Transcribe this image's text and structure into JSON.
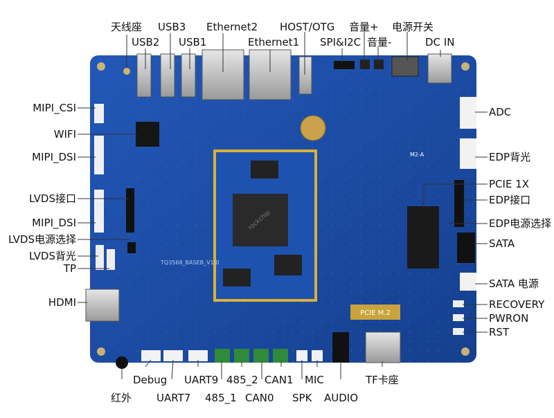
{
  "labels": {
    "top": {
      "antenna": "天线座",
      "usb2": "USB2",
      "usb3": "USB3",
      "usb1": "USB1",
      "ethernet2": "Ethernet2",
      "ethernet1": "Ethernet1",
      "host_otg": "HOST/OTG",
      "spi_i2c": "SPI&I2C",
      "vol_up": "音量+",
      "vol_down": "音量-",
      "power_switch": "电源开关",
      "dc_in": "DC IN"
    },
    "left": {
      "mipi_csi": "MIPI_CSI",
      "wifi": "WIFI",
      "mipi_dsi_1": "MIPI_DSI",
      "lvds": "LVDS接口",
      "mipi_dsi_2": "MIPI_DSI",
      "lvds_power_select": "LVDS电源选择",
      "lvds_backlight": "LVDS背光",
      "tp": "TP",
      "hdmi": "HDMI"
    },
    "right": {
      "adc": "ADC",
      "edp_backlight": "EDP背光",
      "pcie_1x": "PCIE 1X",
      "edp": "EDP接口",
      "edp_power_select": "EDP电源选择",
      "sata": "SATA",
      "sata_power": "SATA 电源",
      "recovery": "RECOVERY",
      "pwron": "PWRON",
      "rst": "RST"
    },
    "bottom": {
      "debug": "Debug",
      "uart9": "UART9",
      "rs485_2": "485_2",
      "can1": "CAN1",
      "mic": "MIC",
      "tf_card": "TF卡座",
      "infrared": "红外",
      "uart7": "UART7",
      "rs485_1": "485_1",
      "can0": "CAN0",
      "spk": "SPK",
      "audio": "AUDIO"
    }
  },
  "board": {
    "silkscreen": "TQ3568_BASEB_V1.0",
    "pcie_m2": "PCIE M.2",
    "m2_marking": "M2-A",
    "chip_brand": "rockchip"
  },
  "colors": {
    "pcb": "#1a4ea8",
    "pcb_dark": "#123c86",
    "som_border": "#d8b13a",
    "leader": "#333333"
  }
}
